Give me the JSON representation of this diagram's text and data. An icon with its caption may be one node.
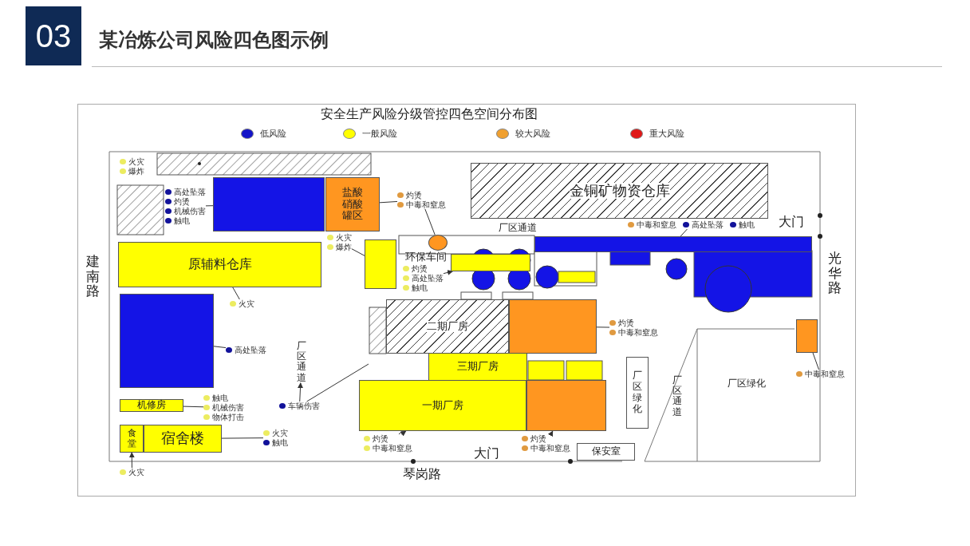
{
  "diagram": {
    "title": "某冶炼公司风险四色图示例",
    "nodes": [
      {
        "text": [
          "火灾",
          "爆炸"
        ]
      },
      {
        "text": [],
        "shape": "box"
      },
      {
        "text": [
          "盐酸硝酸罐区"
        ]
      },
      {
        "text": [
          "灼烫",
          "中毒和窒息"
        ]
      },
      {
        "text": [
          "金铜矿物资仓库"
        ]
      },
      {
        "text": [
          "中毒和窒息",
          "高处坠落",
          "触电"
        ]
      },
      {
        "text": [
          "高处坠落",
          "灼烫",
          "机械伤害",
          "触电"
        ]
      },
      {
        "text": [
          "火灾",
          "爆炸"
        ]
      },
      {
        "text": [],
        "shape": "box"
      },
      {
        "text": [],
        "shape": "circle"
      },
      {
        "text": [],
        "shape": "box"
      },
      {
        "text": [
          "原辅料仓库"
        ]
      },
      {
        "text": [
          "灼烫",
          "高处坠落",
          "触电"
        ]
      },
      {
        "text": [],
        "shape": "box"
      },
      {
        "text": [
          "火灾"
        ]
      },
      {
        "text": [],
        "shape": "box"
      },
      {
        "text": [
          "二期厂房"
        ]
      },
      {
        "text": [],
        "shape": "box"
      },
      {
        "text": [
          "灼烫",
          "中毒和窒息"
        ]
      },
      {
        "text": [],
        "shape": "box"
      },
      {
        "text": [
          "高处坠落"
        ]
      },
      {
        "text": [
          "厂区通道"
        ]
      },
      {
        "text": [
          "三期厂房"
        ]
      },
      {
        "text": [
          "厂区绿化"
        ]
      },
      {
        "text": [
          "中毒和窒息"
        ]
      },
      {
        "text": [
          "一期厂房"
        ]
      },
      {
        "text": [],
        "shape": "box"
      },
      {
        "text": [
          "触电",
          "机械伤害",
          "物体打击"
        ]
      },
      {
        "text": [
          "机修房"
        ]
      },
      {
        "text": [
          "车辆伤害"
        ]
      },
      {
        "text": [
          "食堂"
        ]
      },
      {
        "text": [
          "宿舍楼"
        ]
      },
      {
        "text": [
          "火灾",
          "触电"
        ]
      },
      {
        "text": [
          "灼烫",
          "中毒和窒息"
        ]
      },
      {
        "text": [
          "灼烫",
          "中毒和窒息"
        ]
      },
      {
        "text": [
          "保安室"
        ]
      },
      {
        "text": [
          "火灾"
        ]
      }
    ],
    "edges": [
      {
        "from": 6,
        "to": 1,
        "arrow": "none"
      },
      {
        "from": 3,
        "to": 2,
        "arrow": "none"
      },
      {
        "from": 3,
        "to": 9,
        "arrow": "none"
      },
      {
        "from": 7,
        "to": 8,
        "arrow": "none"
      },
      {
        "from": 5,
        "to": 10,
        "arrow": "none"
      },
      {
        "from": 12,
        "to": 13,
        "arrow": "to"
      },
      {
        "from": 14,
        "to": 11,
        "arrow": "none"
      },
      {
        "from": 20,
        "to": 15,
        "arrow": "none"
      },
      {
        "from": 18,
        "to": 17,
        "arrow": "none"
      },
      {
        "from": 24,
        "to": 19,
        "arrow": "none"
      },
      {
        "from": 29,
        "to": 21,
        "arrow": "to"
      },
      {
        "from": 29,
        "to": null,
        "arrow": "none"
      },
      {
        "from": 27,
        "to": 28,
        "arrow": "none"
      },
      {
        "from": 32,
        "to": 31,
        "arrow": "none"
      },
      {
        "from": 36,
        "to": 30,
        "arrow": "to"
      },
      {
        "from": 33,
        "to": 25,
        "arrow": "to"
      },
      {
        "from": 33,
        "to": 22,
        "arrow": "to"
      },
      {
        "from": 34,
        "to": 26,
        "arrow": "to"
      }
    ],
    "labels": [
      "03",
      "安全生产风险分级管控四色空间分布图",
      "厂区通道",
      "大门",
      "环保车间",
      "建南路",
      "光华路",
      "厂区通道",
      "厂区绿化",
      "大门",
      "琴岗路"
    ],
    "legend": [
      {
        "text": "低风险",
        "color": "#1414c8"
      },
      {
        "text": "一般风险",
        "color": "#ffff00"
      },
      {
        "text": "较大风险",
        "color": "#f0a030"
      },
      {
        "text": "重大风险",
        "color": "#e01818"
      }
    ]
  }
}
